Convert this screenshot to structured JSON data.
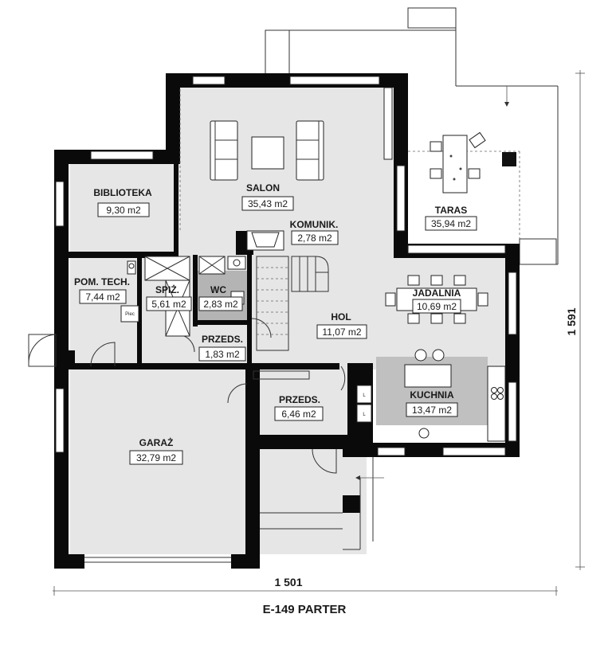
{
  "plan": {
    "title": "E-149 PARTER",
    "width_label": "1 501",
    "height_label": "1 591",
    "colors": {
      "floor": "#e6e6e6",
      "kitchen": "#c0c0c0",
      "wc": "#b4b4b4",
      "wall": "#0a0a0a"
    },
    "rooms": [
      {
        "id": "salon",
        "name": "SALON",
        "area": "35,43 m2"
      },
      {
        "id": "biblioteka",
        "name": "BIBLIOTEKA",
        "area": "9,30 m2"
      },
      {
        "id": "komunik",
        "name": "KOMUNIK.",
        "area": "2,78 m2"
      },
      {
        "id": "taras",
        "name": "TARAS",
        "area": "35,94 m2"
      },
      {
        "id": "pom-tech",
        "name": "POM. TECH.",
        "area": "7,44 m2"
      },
      {
        "id": "spiz",
        "name": "SPIŻ.",
        "area": "5,61 m2"
      },
      {
        "id": "wc",
        "name": "WC",
        "area": "2,83 m2"
      },
      {
        "id": "jadalnia",
        "name": "JADALNIA",
        "area": "10,69 m2"
      },
      {
        "id": "hol",
        "name": "HOL",
        "area": "11,07 m2"
      },
      {
        "id": "przeds-small",
        "name": "PRZEDS.",
        "area": "1,83 m2"
      },
      {
        "id": "przeds-entry",
        "name": "PRZEDS.",
        "area": "6,46 m2"
      },
      {
        "id": "kuchnia",
        "name": "KUCHNIA",
        "area": "13,47 m2"
      },
      {
        "id": "garaz",
        "name": "GARAŻ",
        "area": "32,79 m2"
      }
    ],
    "labels": {
      "piec": "Piec",
      "l": "L"
    }
  }
}
